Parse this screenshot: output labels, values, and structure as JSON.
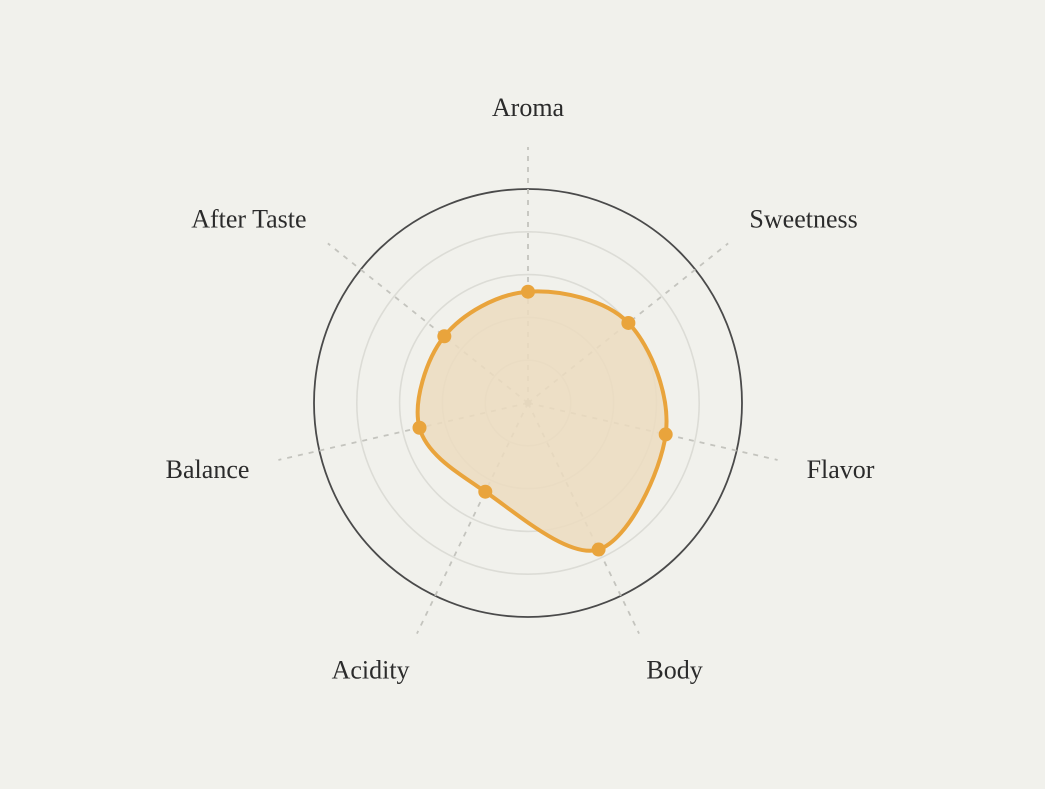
{
  "chart_data": {
    "type": "radar",
    "axes": [
      "Aroma",
      "Sweetness",
      "Flavor",
      "Body",
      "Acidity",
      "Balance",
      "After Taste"
    ],
    "values": [
      2.6,
      3.0,
      3.3,
      3.8,
      2.3,
      2.6,
      2.5
    ],
    "rmax": 5,
    "rings": [
      1,
      2,
      3,
      4
    ],
    "grid": true,
    "colors": {
      "background": "#f1f1ec",
      "series_stroke": "#e9a43c",
      "series_fill": "#ecdcc0",
      "outer_ring": "#4a4a4a",
      "grid_ring": "#dcdcd6",
      "spoke": "#c4c4be",
      "label": "#2b2b2b"
    }
  }
}
